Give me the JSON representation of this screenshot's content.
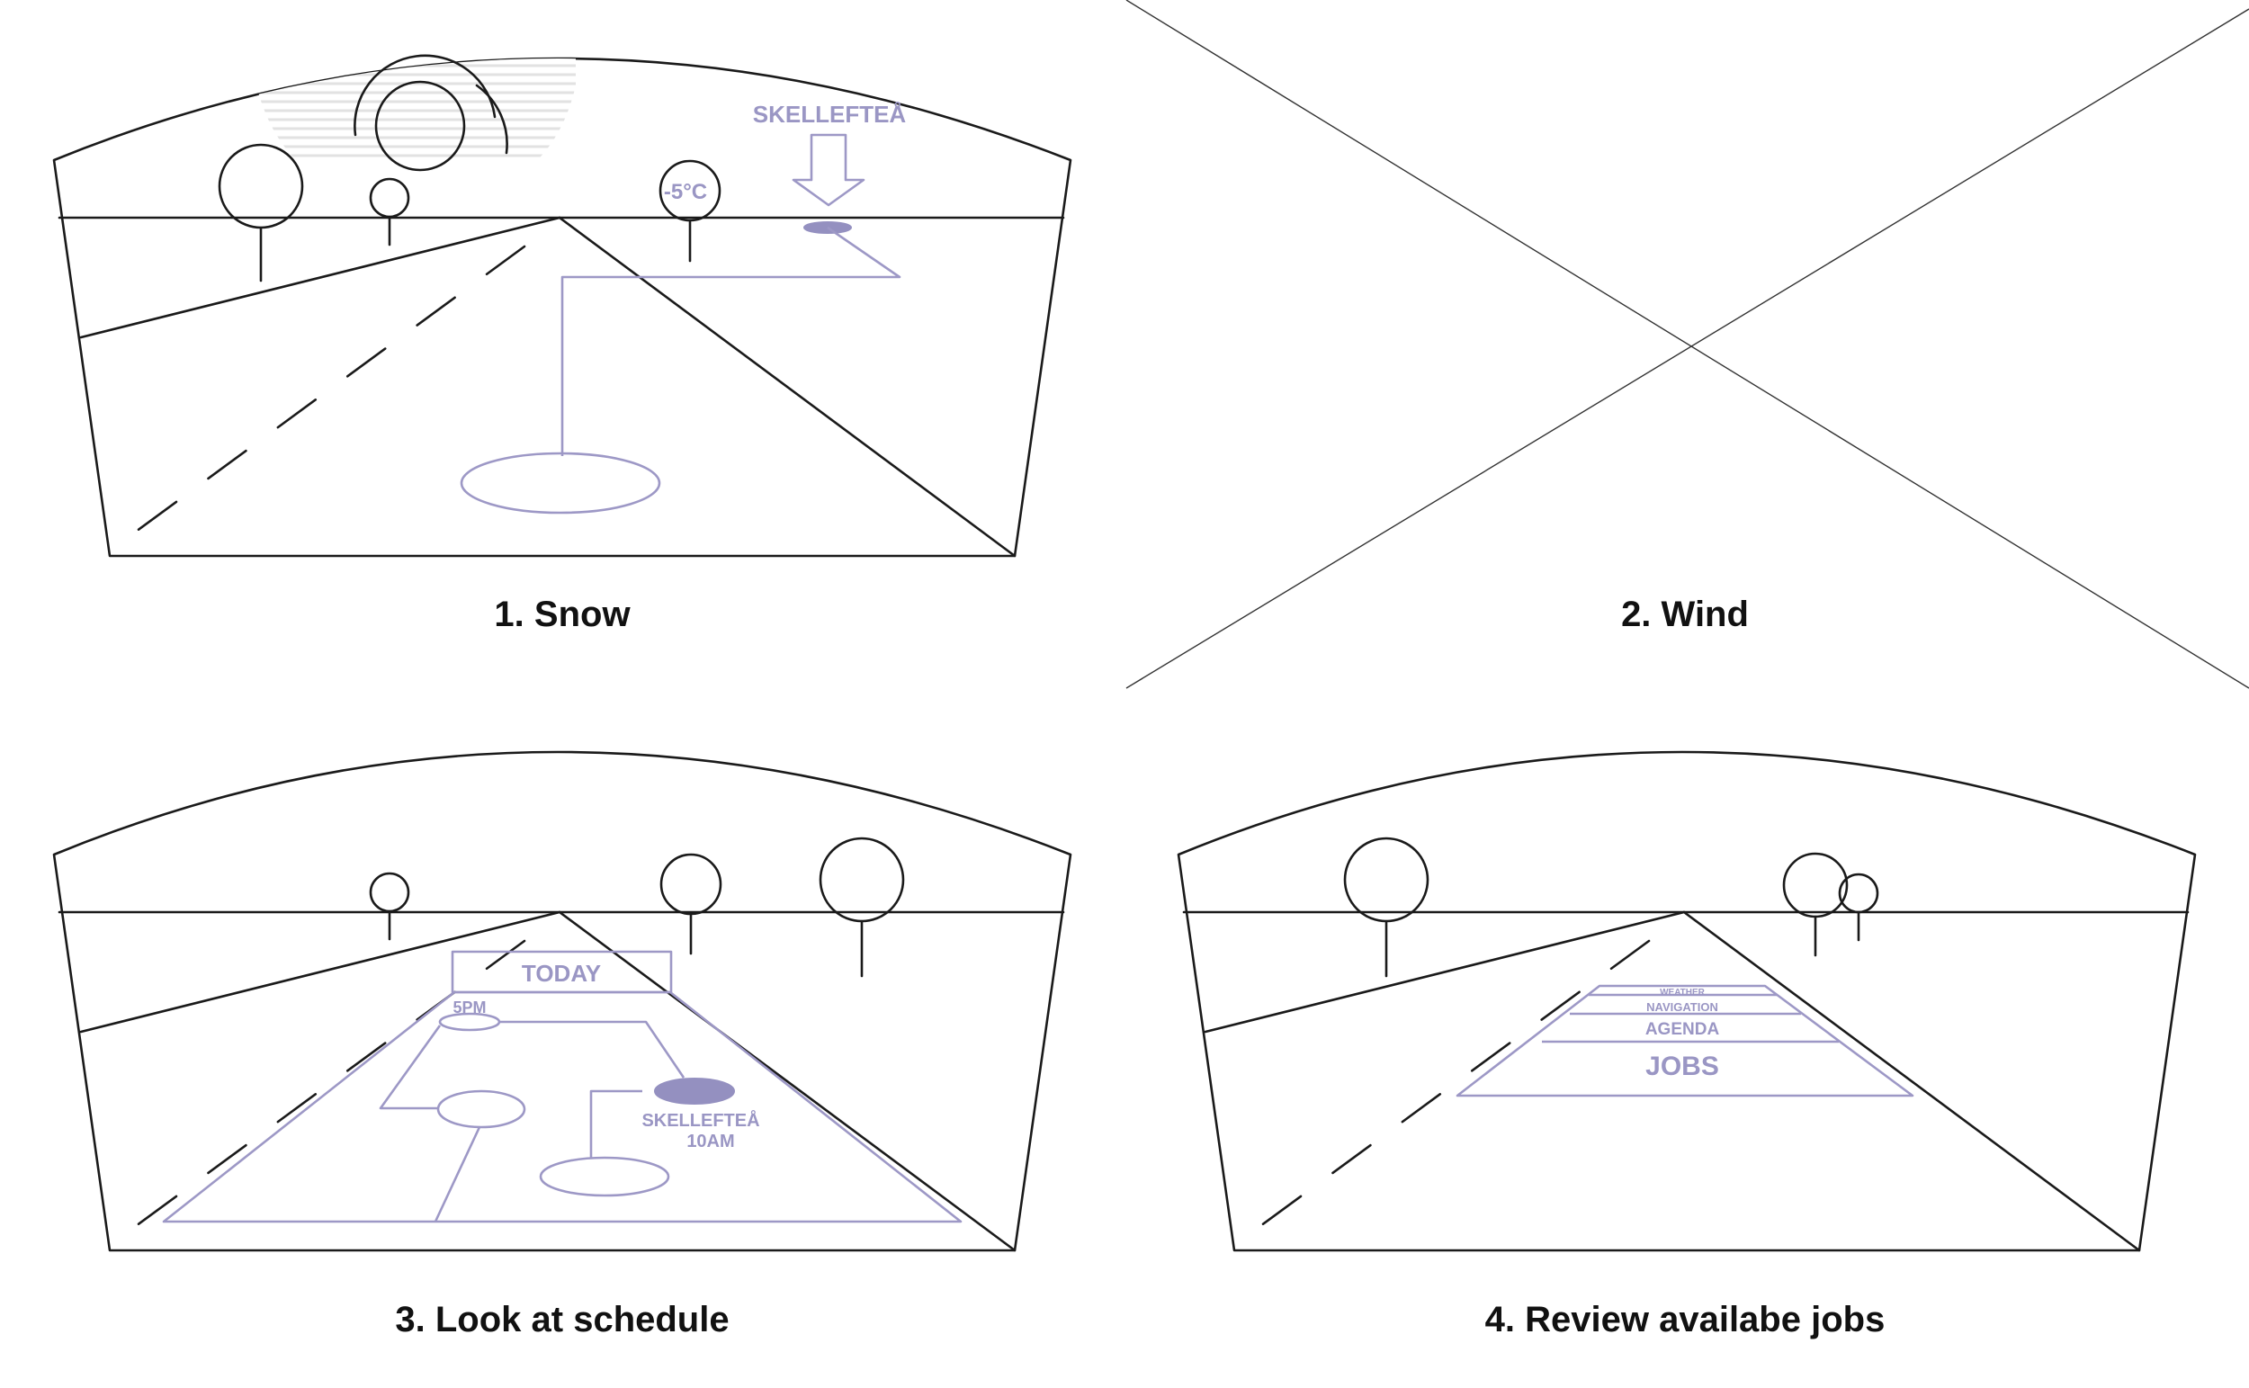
{
  "panels": [
    {
      "id": "snow",
      "caption": "1. Snow",
      "labels": {
        "city": "SKELLEFTEÅ",
        "temperature": "-5°C"
      }
    },
    {
      "id": "wind",
      "caption": "2. Wind",
      "placeholder": true
    },
    {
      "id": "schedule",
      "caption": "3. Look at schedule",
      "labels": {
        "today": "TODAY",
        "time": "5PM",
        "destination": "SKELLEFTEÅ",
        "destination_time": "10AM"
      }
    },
    {
      "id": "jobs",
      "caption": "4. Review availabe jobs",
      "menu": [
        "WEATHER",
        "NAVIGATION",
        "AGENDA",
        "JOBS"
      ]
    }
  ],
  "colors": {
    "ink": "#1a1a1a",
    "hud": "#9d98c6",
    "hud_fill": "#9490c0"
  }
}
